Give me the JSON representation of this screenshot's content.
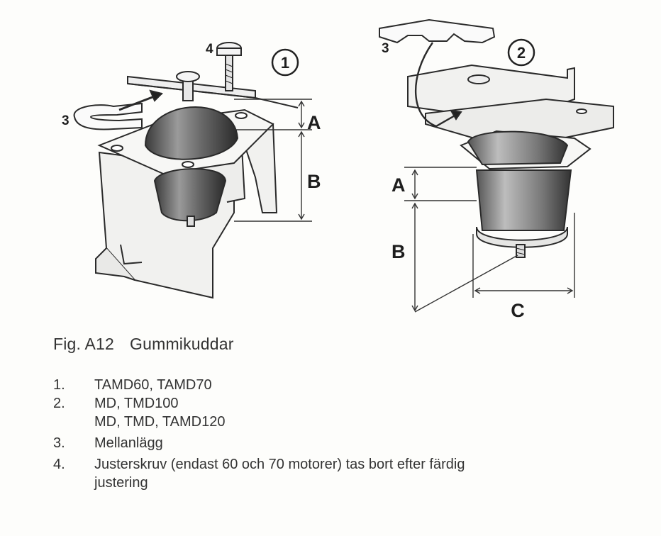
{
  "figure": {
    "detail1": {
      "circle": "1",
      "label_3": "3",
      "label_4": "4",
      "label_A": "A",
      "label_B": "B"
    },
    "detail2": {
      "circle": "2",
      "label_3": "3",
      "label_A": "A",
      "label_B": "B",
      "label_C": "C"
    }
  },
  "caption": {
    "number": "Fig. A12",
    "title": "Gummikuddar"
  },
  "legend": [
    {
      "num": "1.",
      "text": "TAMD60, TAMD70"
    },
    {
      "num": "2.",
      "text": "MD, TMD100"
    },
    {
      "num": "",
      "text": "MD, TMD, TAMD120"
    },
    {
      "num": "3.",
      "text": "Mellanlägg"
    },
    {
      "num": "4.",
      "text": "Justerskruv (endast 60 och 70 motorer) tas bort efter färdig"
    },
    {
      "num": "",
      "text": "justering"
    }
  ]
}
